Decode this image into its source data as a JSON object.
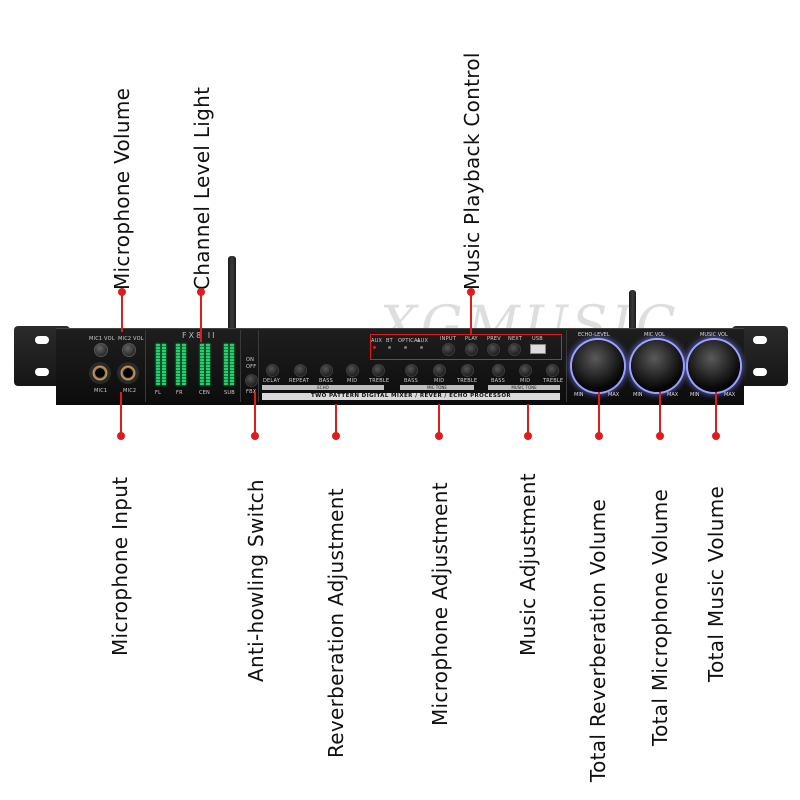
{
  "labels_top": {
    "microphone_volume": "Microphone Volume",
    "channel_level_light": "Channel Level Light",
    "music_playback_control": "Music Playback Control"
  },
  "labels_bottom": {
    "microphone_input": "Microphone Input",
    "anti_howling_switch": "Anti-howling Switch",
    "reverberation_adjustment": "Reverberation Adjustment",
    "microphone_adjustment": "Microphone Adjustment",
    "music_adjustment": "Music Adjustment",
    "total_reverberation_volume": "Total Reverberation Volume",
    "total_microphone_volume": "Total Microphone Volume",
    "total_music_volume": "Total Music Volume"
  },
  "device": {
    "brand": "FX8 II",
    "watermark": "XGMUSIC",
    "mic1_vol": "MIC1 VOL",
    "mic2_vol": "MIC2 VOL",
    "mic1": "MIC1",
    "mic2": "MIC2",
    "level_channels": [
      "FL",
      "FR",
      "CEN",
      "SUB"
    ],
    "feedback_label": "FBX",
    "feedback_on": "ON",
    "feedback_off": "OFF",
    "input_indicators": [
      "AUX",
      "BT",
      "OPTICAL",
      "AUX"
    ],
    "playback_buttons": [
      "INPUT",
      "PLAY",
      "PREV",
      "NEXT",
      "USB"
    ],
    "echo_buttons": [
      "DELAY",
      "REPEAT",
      "BASS",
      "MID",
      "TREBLE"
    ],
    "mic_buttons": [
      "BASS",
      "MID",
      "TREBLE"
    ],
    "music_buttons": [
      "BASS",
      "MID",
      "TREBLE"
    ],
    "band_echo": "ECHO",
    "band_mic": "MIC TONE",
    "band_music": "MUSIC TONE",
    "strip_text": "TWO PATTERN DIGITAL MIXER / REVER / ECHO PROCESSOR",
    "knobs": [
      {
        "label": "ECHO-LEVEL",
        "min": "MIN",
        "max": "MAX"
      },
      {
        "label": "MIC VOL",
        "min": "MIN",
        "max": "MAX"
      },
      {
        "label": "MUSIC VOL",
        "min": "MIN",
        "max": "MAX"
      }
    ]
  },
  "colors": {
    "accent_red": "#e01b1b",
    "led_green": "#1fd16b",
    "knob_glow": "#9aa4ff"
  }
}
